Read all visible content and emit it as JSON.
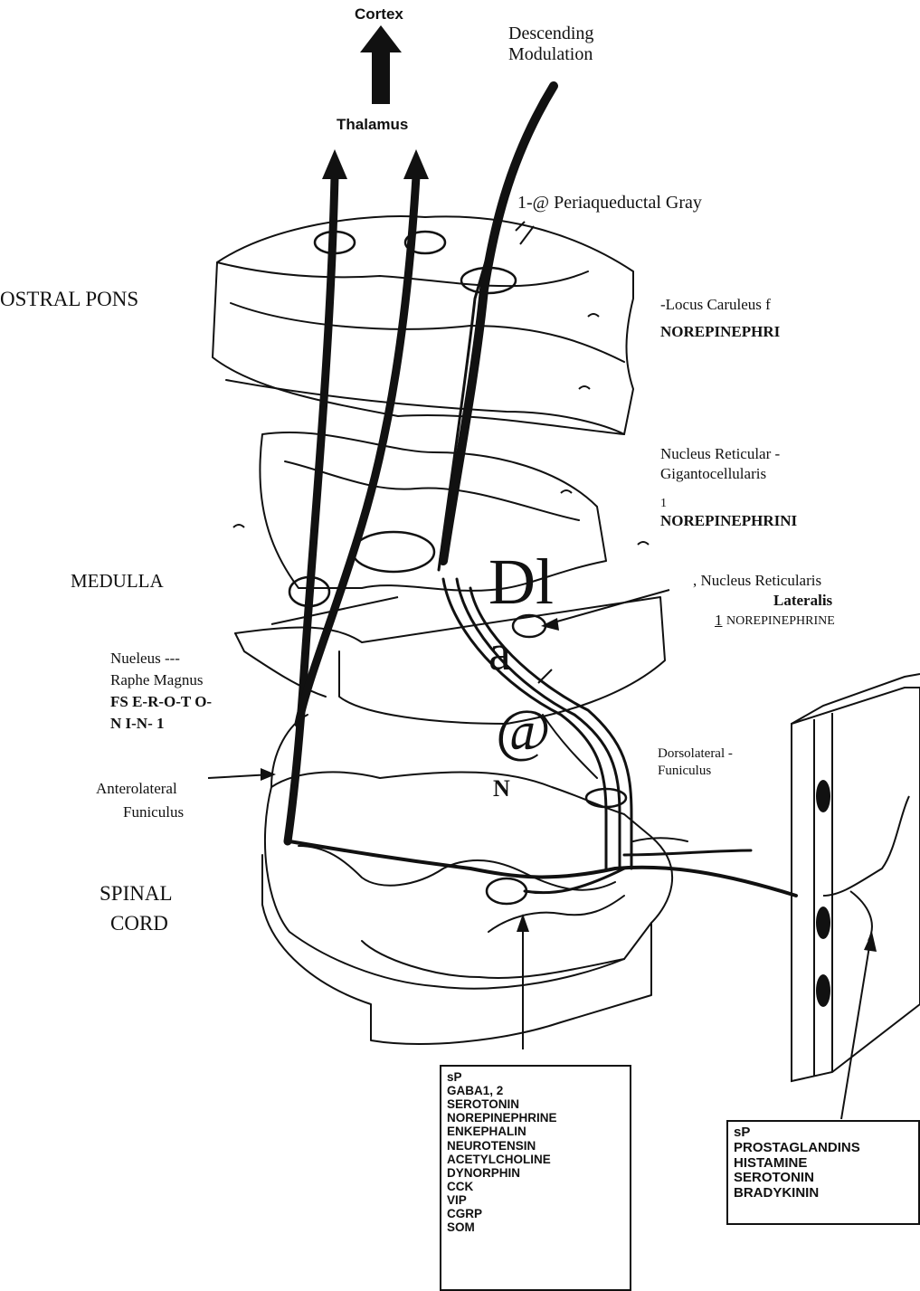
{
  "labels": {
    "cortex": "Cortex",
    "thalamus": "Thalamus",
    "descending": "Descending",
    "modulation": "Modulation",
    "pag": "1-@   Periaqueductal Gray",
    "rostral_pons": "OSTRAL PONS",
    "locus": "-Locus Caruleus f",
    "norepi1": "NOREPINEPHRI",
    "nrg1": "Nucleus Reticular  -",
    "nrg2": "Gigantocellularis",
    "nrg_mark": "1",
    "norepi2": "NOREPINEPHRINI",
    "medulla": "MEDULLA",
    "dl": "Dl",
    "a_mark": "a",
    "at_mark": "@",
    "nrl1": ", Nucleus Reticularis",
    "nrl2": "Lateralis",
    "nrl3_mark": "1",
    "nrl3": "NOREPINEPHRINE",
    "nrm1": "Nueleus ---",
    "nrm2": "Raphe   Magnus",
    "nrm3": "FS E-R-O-T O-",
    "nrm4": "N I-N- 1",
    "alf1": "Anterolateral",
    "alf2": "Funiculus",
    "dlf1": "Dorsolateral   -",
    "dlf2": "Funiculus",
    "spinal": "SPINAL",
    "cord": "CORD",
    "n_mark": "N"
  },
  "spinal_box": [
    "sP",
    "GABA1, 2",
    "SEROTONIN",
    "NOREPINEPHRINE",
    "ENKEPHALIN",
    "NEUROTENSIN",
    "ACETYLCHOLINE",
    "DYNORPHIN",
    "CCK",
    "VIP",
    "CGRP",
    "SOM"
  ],
  "periphery_box": [
    "sP",
    "PROSTAGLANDINS",
    "HISTAMINE",
    "SEROTONIN",
    "BRADYKININ"
  ],
  "colors": {
    "ink": "#111111",
    "paper": "#ffffff"
  }
}
